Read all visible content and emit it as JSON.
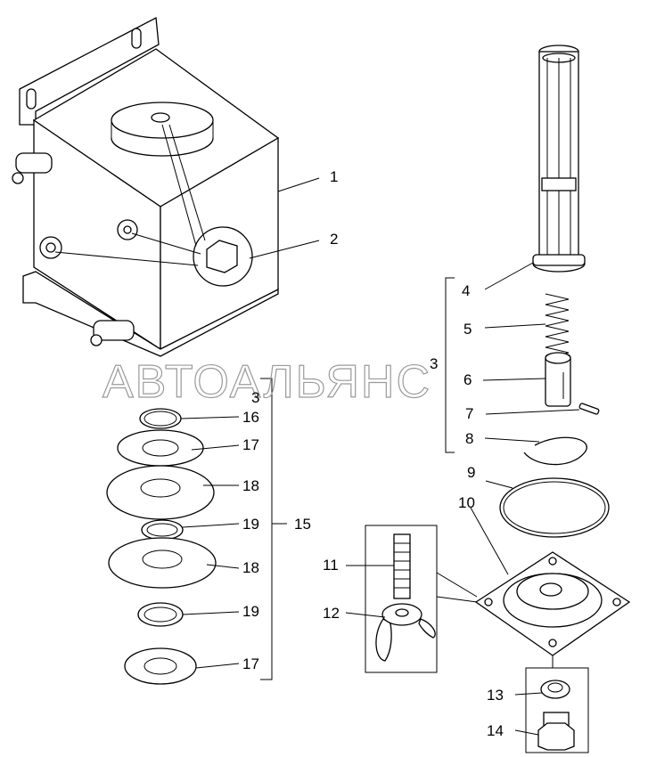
{
  "watermark": "АВТОАЛЬЯНС",
  "callouts": {
    "c1": "1",
    "c2": "2",
    "c3a": "3",
    "c3b": "3",
    "c4": "4",
    "c5": "5",
    "c6": "6",
    "c7": "7",
    "c8": "8",
    "c9": "9",
    "c10": "10",
    "c11": "11",
    "c12": "12",
    "c13": "13",
    "c14": "14",
    "c15": "15",
    "c16": "16",
    "c17a": "17",
    "c18a": "18",
    "c19a": "19",
    "c18b": "18",
    "c19b": "19",
    "c17b": "17"
  }
}
